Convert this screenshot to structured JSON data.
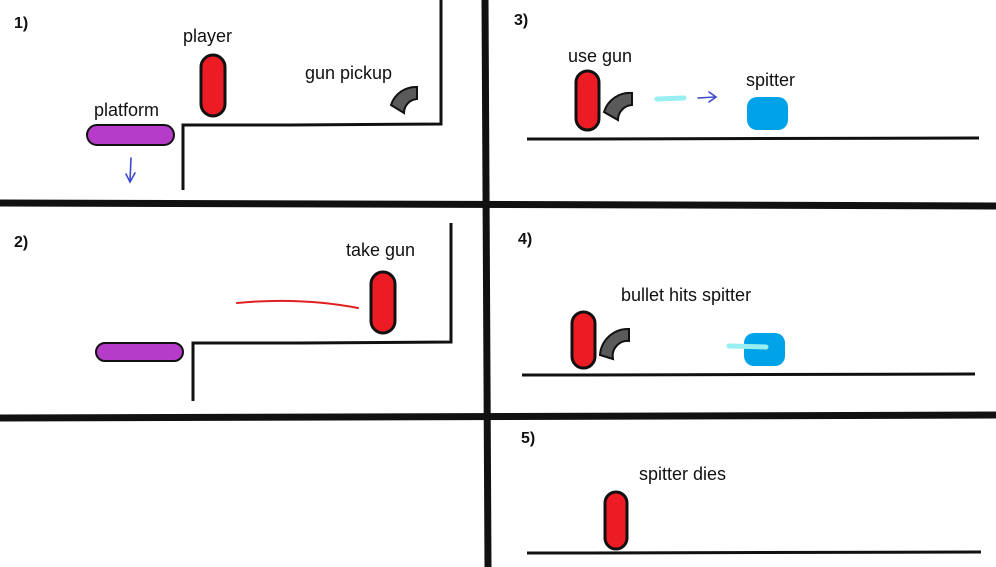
{
  "colors": {
    "ink": "#111111",
    "player": "#ed1c24",
    "platform": "#b43cc8",
    "gun": "#5a5a5a",
    "spitter": "#00a2e8",
    "bullet": "#99eef2",
    "motion_arrow": "#3f48cc",
    "trail": "#e02020"
  },
  "panels": [
    {
      "number": "1)",
      "labels": {
        "player": "player",
        "platform": "platform",
        "gun": "gun pickup"
      }
    },
    {
      "number": "2)",
      "labels": {
        "action": "take gun"
      }
    },
    {
      "number": "3)",
      "labels": {
        "action": "use gun",
        "spitter": "spitter"
      }
    },
    {
      "number": "4)",
      "labels": {
        "action": "bullet hits spitter"
      }
    },
    {
      "number": "5)",
      "labels": {
        "action": "spitter dies"
      }
    }
  ]
}
